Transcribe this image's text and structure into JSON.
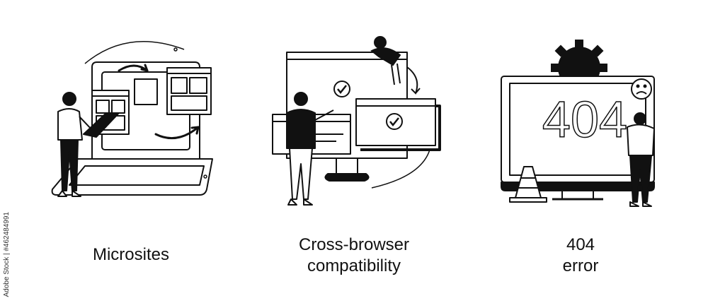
{
  "captions": {
    "microsites": "Microsites",
    "cross_browser_line1": "Cross-browser",
    "cross_browser_line2": "compatibility",
    "error_line1": "404",
    "error_line2": "error"
  },
  "screen_text": {
    "error_code": "404"
  },
  "stock_id": "Adobe Stock | #462484991",
  "colors": {
    "ink": "#111111",
    "background": "#ffffff",
    "caption": "#111111"
  },
  "icons": [
    "rotate-arrows-icon",
    "checkmark-icon",
    "gear-icon",
    "sad-face-icon",
    "traffic-cone-icon"
  ]
}
